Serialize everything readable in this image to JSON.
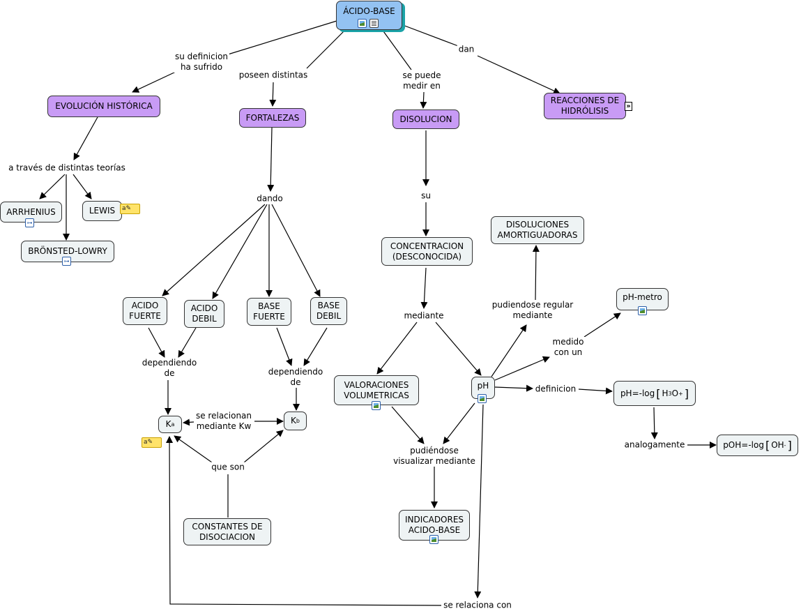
{
  "nodes": {
    "acido_base": "ÁCIDO-BASE",
    "evolucion": "EVOLUCIÓN HISTÓRICA",
    "fortalezas": "FORTALEZAS",
    "disolucion": "DISOLUCION",
    "reacciones": "REACCIONES DE\nHIDRÓLISIS",
    "arrhenius": "ARRHENIUS",
    "lewis": "LEWIS",
    "bronsted": "BRÖNSTED-LOWRY",
    "acido_fuerte": "ACIDO\nFUERTE",
    "acido_debil": "ACIDO\nDEBIL",
    "base_fuerte": "BASE\nFUERTE",
    "base_debil": "BASE\nDEBIL",
    "ka_base": "K",
    "ka_sub": "a",
    "kb_base": "K",
    "kb_sub": "b",
    "constantes": "CONSTANTES DE\nDISOCIACION",
    "concentracion": "CONCENTRACION\n(DESCONOCIDA)",
    "amortiguadoras": "DISOLUCIONES\nAMORTIGUADORAS",
    "ph_metro": "pH-metro",
    "valoraciones": "VALORACIONES\nVOLUMETRICAS",
    "ph": "pH",
    "ph_formula_prefix": "pH=-log",
    "ph_formula_ion": "H",
    "ph_formula_sub": "3",
    "ph_formula_o": "O",
    "ph_formula_sup": "+",
    "poh_formula_prefix": "pOH=-log",
    "poh_formula_ion": "OH",
    "poh_formula_sup": "-",
    "indicadores": "INDICADORES\nACIDO-BASE"
  },
  "labels": {
    "su_definicion": "su definicion\nha sufrido",
    "poseen": "poseen distintas",
    "se_puede_medir": "se puede\nmedir en",
    "dan": "dan",
    "a_traves": "a través de distintas teorías",
    "dando": "dando",
    "su": "su",
    "mediante": "mediante",
    "dependiendo1": "dependiendo\nde",
    "dependiendo2": "dependiendo\nde",
    "se_relacionan": "se relacionan\nmediante Kw",
    "que_son": "que son",
    "pudiendose_regular": "pudiendose regular\nmediante",
    "medido_con_un": "medido\ncon un",
    "definicion": "definicion",
    "analogamente": "analogamente",
    "pudiendose_visualizar": "pudiéndose\nvisualizar mediante",
    "se_relaciona_con": "se relaciona con"
  },
  "icons": {
    "image": "image-resource-icon",
    "document": "document-resource-icon",
    "concept_map": "concept-map-link-icon",
    "annotation": "annotation-note-icon",
    "nested": "nested-map-icon"
  },
  "colors": {
    "root": "#93c2f2",
    "category": "#c89bf5",
    "concept": "#eef3f4",
    "shadow": "#1aa3a8",
    "line": "#000000"
  }
}
